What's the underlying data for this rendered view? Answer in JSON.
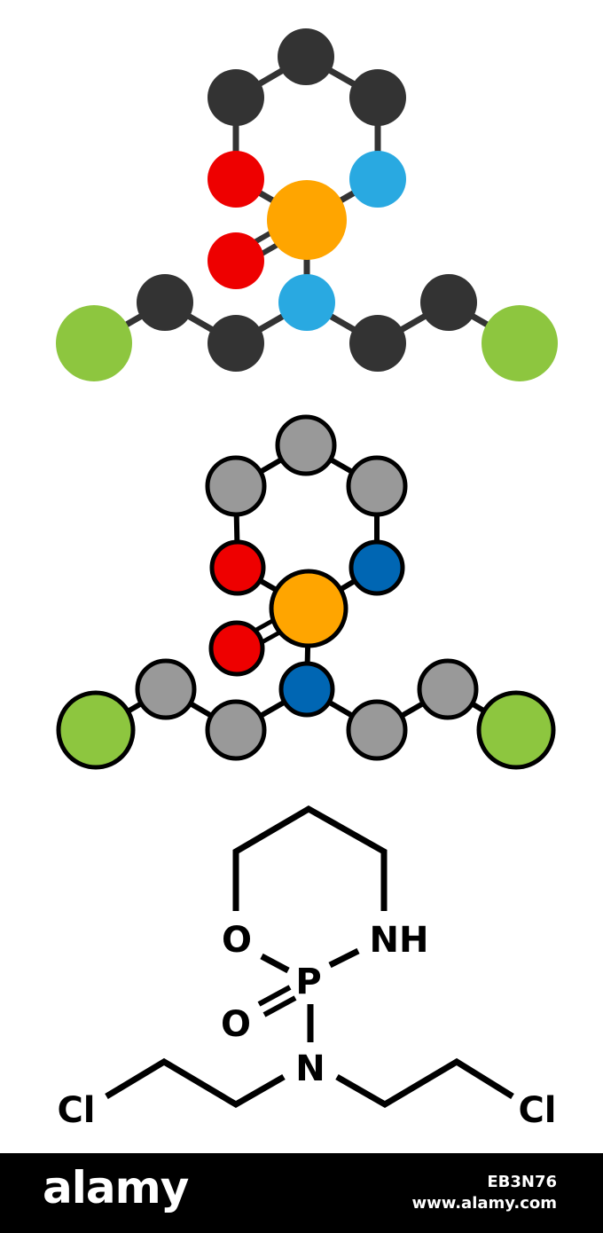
{
  "colors": {
    "carbon_flat": "#333333",
    "oxygen_flat": "#ee0000",
    "nitrogen_flat": "#29a9e1",
    "phosphorus": "#ffa500",
    "chlorine": "#8dc63f",
    "carbon_outline": "#999999",
    "oxygen_outline": "#ee0000",
    "nitrogen_outline": "#0066b3",
    "bond_flat": "#333333",
    "bond_outline": "#000000",
    "footer_bg": "#000000",
    "footer_text": "#ffffff"
  },
  "structure_labels": {
    "ring_oxygen": "O",
    "ring_nh": "NH",
    "phosphorus": "P",
    "oxo": "O",
    "amine_n": "N",
    "chlorine_left": "Cl",
    "chlorine_right": "Cl"
  },
  "footer": {
    "logo": "alamy",
    "image_id": "EB3N76",
    "url": "www.alamy.com"
  }
}
